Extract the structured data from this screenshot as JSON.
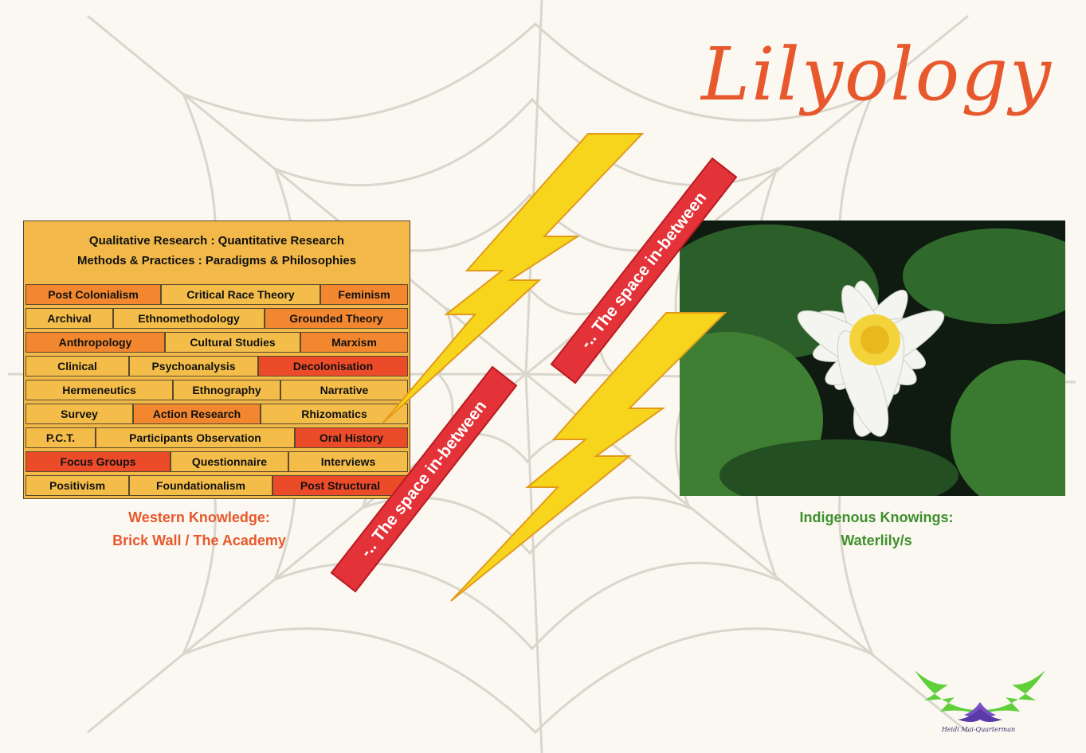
{
  "title": "Lilyology",
  "wall": {
    "header_line1": "Qualitative Research : Quantitative Research",
    "header_line2": "Methods & Practices : Paradigms & Philosophies",
    "rows": [
      [
        "Post Colonialism",
        "Critical Race Theory",
        "Feminism"
      ],
      [
        "Archival",
        "Ethnomethodology",
        "Grounded Theory"
      ],
      [
        "Anthropology",
        "Cultural Studies",
        "Marxism"
      ],
      [
        "Clinical",
        "Psychoanalysis",
        "Decolonisation"
      ],
      [
        "Hermeneutics",
        "Ethnography",
        "Narrative"
      ],
      [
        "Survey",
        "Action Research",
        "Rhizomatics"
      ],
      [
        "P.C.T.",
        "Participants Observation",
        "Oral History"
      ],
      [
        "Focus Groups",
        "Questionnaire",
        "Interviews"
      ],
      [
        "Positivism",
        "Foundationalism",
        "Post Structural"
      ]
    ],
    "caption_line1": "Western Knowledge:",
    "caption_line2": "Brick Wall / The Academy"
  },
  "banners": {
    "top": "-.. The space in-between",
    "bottom": "-.. The space in-between"
  },
  "lily": {
    "caption_line1": "Indigenous Knowings:",
    "caption_line2": "Waterlily/s"
  },
  "logo": {
    "text": "Heidi Mai-Quarterman"
  },
  "colors": {
    "title": "#e8582d",
    "western_caption": "#e8582d",
    "indigenous_caption": "#3f8f2c",
    "banner": "#e33238",
    "bolt": "#f7d51d",
    "wall": "#f2b94a",
    "brick_orange": "#f2872f",
    "brick_red": "#ec4b2a"
  }
}
